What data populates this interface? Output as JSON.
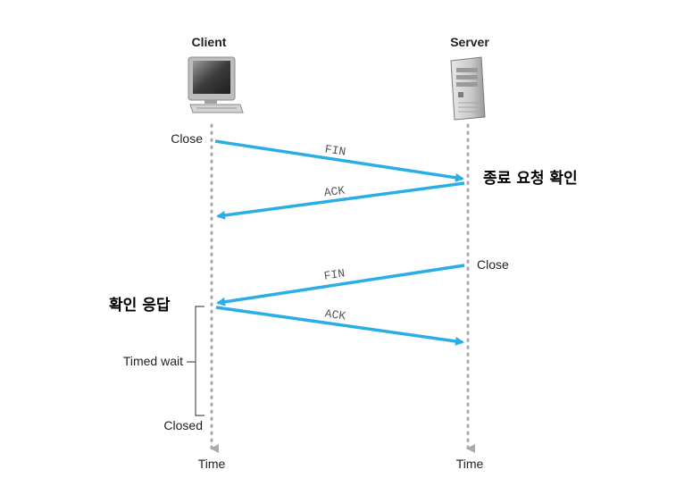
{
  "colors": {
    "arrow": "#29aee8",
    "timeline": "#aaaaaa",
    "text": "#231f20"
  },
  "client": {
    "title": "Client",
    "icon": "desktop-computer-icon"
  },
  "server": {
    "title": "Server",
    "icon": "server-tower-icon"
  },
  "client_events": {
    "close": "Close",
    "timed_wait": "Timed wait",
    "closed": "Closed"
  },
  "server_events": {
    "close": "Close"
  },
  "messages": [
    "FIN",
    "ACK",
    "FIN",
    "ACK"
  ],
  "axis": {
    "client_time": "Time",
    "server_time": "Time"
  },
  "annotations": {
    "server_ack": "종료 요청 확인",
    "client_ack": "확인 응답"
  }
}
